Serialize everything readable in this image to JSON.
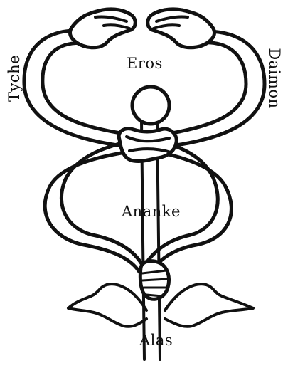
{
  "labels": {
    "eros": "Eros",
    "ananke": "Ananke",
    "alas": "Alas",
    "tyche": "Tyche",
    "daimon": "Daimon"
  },
  "colors": {
    "ink": "#111111",
    "background": "#ffffff"
  }
}
